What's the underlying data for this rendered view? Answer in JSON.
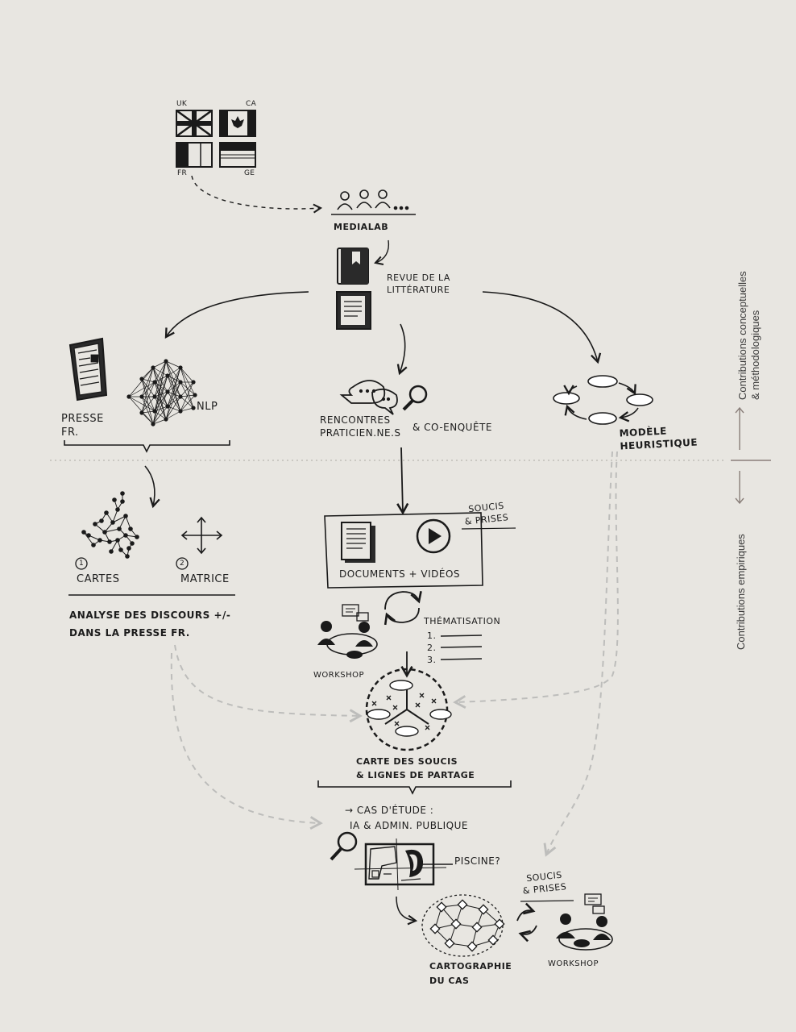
{
  "flags": {
    "uk": "UK",
    "ca": "CA",
    "fr": "FR",
    "ge": "GE"
  },
  "medialab": "MEDIALAB",
  "revue": {
    "line1": "REVUE DE LA",
    "line2": "LITTÉRATURE"
  },
  "presse": {
    "line1": "PRESSE",
    "line2": "FR."
  },
  "nlp": "NLP",
  "rencontres": {
    "line1": "RENCONTRES",
    "line2": "PRATICIEN.NE.S",
    "coenquete": "& CO-ENQUÊTE"
  },
  "modele": {
    "line1": "MODÈLE",
    "line2": "HEURISTIQUE"
  },
  "cartes": {
    "num": "1",
    "label": "CARTES"
  },
  "matrice": {
    "num": "2",
    "label": "MATRICE"
  },
  "analyse": {
    "line1": "ANALYSE DES DISCOURS +/-",
    "line2": "DANS LA PRESSE FR."
  },
  "soucis_prises_1": {
    "line1": "SOUCIS",
    "line2": "& PRISES"
  },
  "documents_videos": "DOCUMENTS + VIDÉOS",
  "thematisation": {
    "title": "THÉMATISATION",
    "items": [
      "1.",
      "2.",
      "3."
    ]
  },
  "workshop_1": "WORKSHOP",
  "carte_soucis": {
    "line1": "CARTE DES SOUCIS",
    "line2": "& LIGNES DE PARTAGE"
  },
  "cas_etude": {
    "line1": "→ CAS D'ÉTUDE :",
    "line2": "IA & ADMIN. PUBLIQUE"
  },
  "piscine": "PISCINE?",
  "soucis_prises_2": {
    "line1": "SOUCIS",
    "line2": "& PRISES"
  },
  "workshop_2": "WORKSHOP",
  "cartographie": {
    "line1": "CARTOGRAPHIE",
    "line2": "DU CAS"
  },
  "side": {
    "conceptual_line1": "Contributions conceptuelles",
    "conceptual_line2": "& méthodologiques",
    "empirical": "Contributions empiriques"
  },
  "colors": {
    "ink": "#1a1a1a",
    "dashed": "#bdbdbb",
    "background": "#e8e6e1",
    "divider": "#8a7f7a"
  }
}
